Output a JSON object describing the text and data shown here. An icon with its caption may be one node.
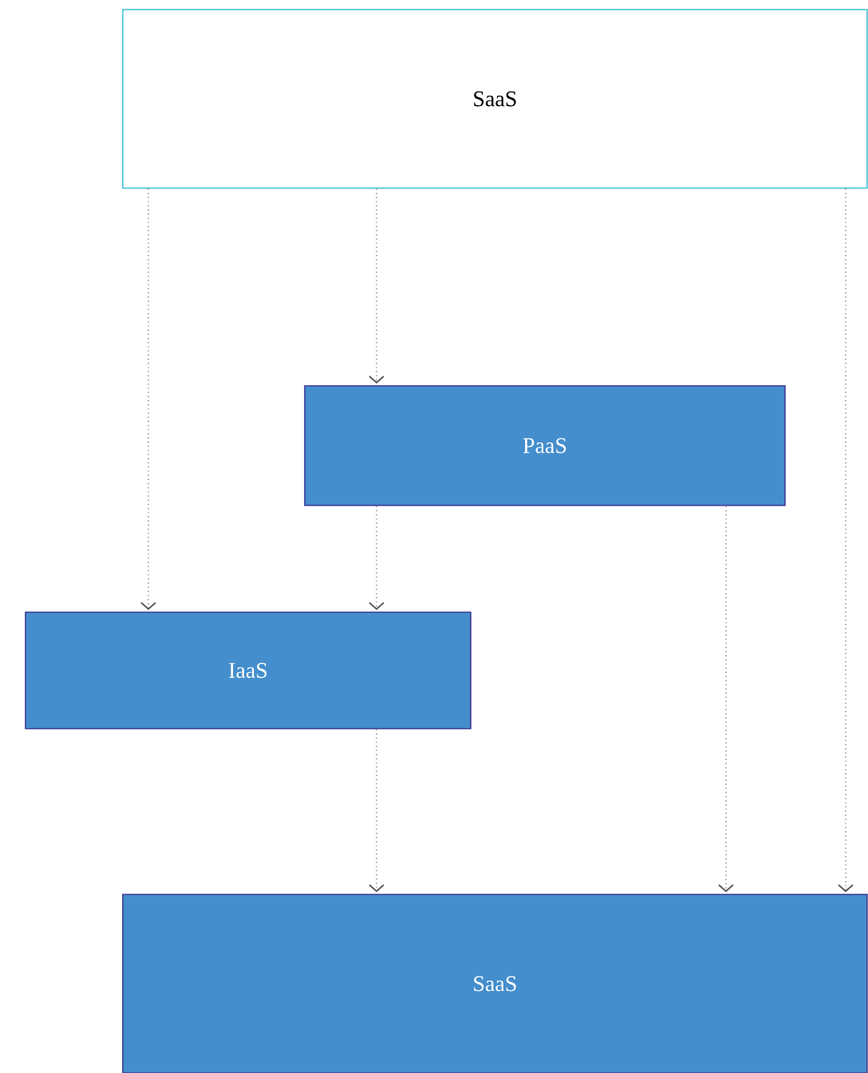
{
  "diagram": {
    "nodes": [
      {
        "text": [
          "SaaS"
        ]
      },
      {
        "text": [
          "PaaS"
        ]
      },
      {
        "text": [
          "IaaS"
        ]
      },
      {
        "text": [
          "SaaS"
        ]
      }
    ],
    "edges": [
      {
        "from": 0,
        "to": 2,
        "arrow": "to"
      },
      {
        "from": 0,
        "to": 1,
        "arrow": "to"
      },
      {
        "from": 0,
        "to": 3,
        "arrow": "to"
      },
      {
        "from": 1,
        "to": 2,
        "arrow": "to"
      },
      {
        "from": 1,
        "to": 3,
        "arrow": "to"
      },
      {
        "from": 2,
        "to": 3,
        "arrow": "to"
      }
    ]
  }
}
